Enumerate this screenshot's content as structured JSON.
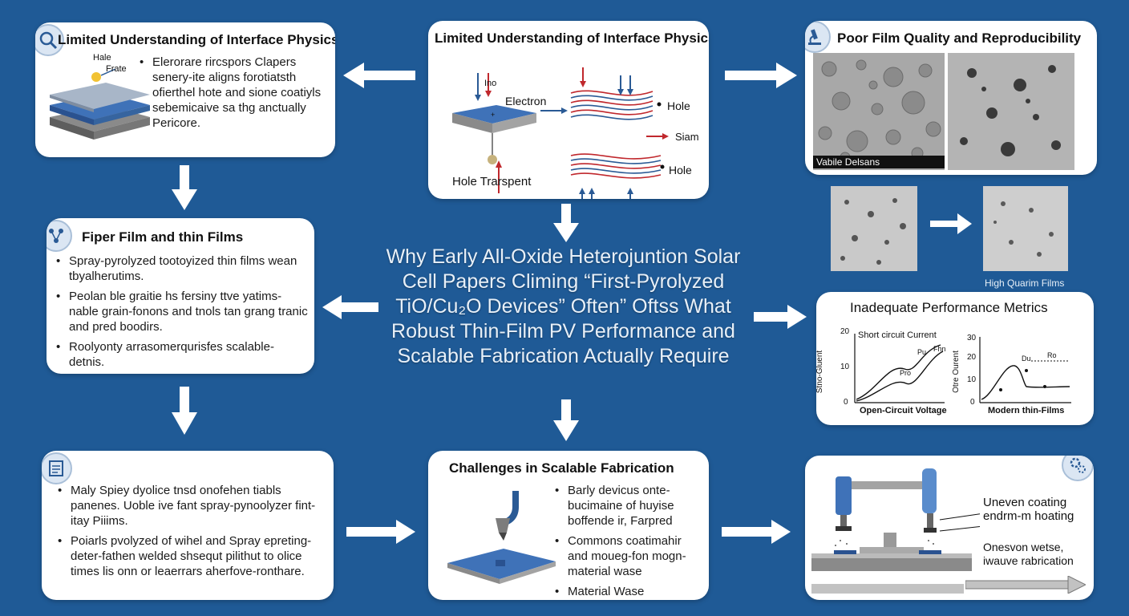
{
  "center_title": "Why Early All-Oxide Heterojuntion Solar Cell Papers Climing “First-Pyrolyzed TiO/Cu₂O Devices” Often” Oftss What Robust Thin-Film PV Performance and Scalable Fabrication Actually Require",
  "card_interface_left": {
    "title": "Limited Understanding of Interface Physics",
    "diagram_labels": [
      "Hale",
      "Frate"
    ],
    "bullet": "Elerorare rircspors Clapers senery-ite aligns forotiatsth ofierthel hote and sione coatiyls sebemicaive sa thg anctually Pericore."
  },
  "card_interface_center": {
    "title": "Limited Understanding of Interface Physics",
    "labels": {
      "top_small": "Ino",
      "electron": "Electron",
      "hole_top": "Hole",
      "siam": "Siam",
      "hole_bottom": "Hole",
      "hole_transport": "Hole Trarspent"
    }
  },
  "card_film_quality": {
    "title": "Poor Film Quality and Reproducibility",
    "caption": "Vabile Delsans"
  },
  "high_quality_caption": "High Quarim Films",
  "card_fiper": {
    "title": "Fiper Film and thin Films",
    "bullets": [
      "Spray-pyrolyzed tootoyized thin films wean tbyalherutims.",
      "Peolan ble graitie hs fersiny ttve yatims-nable grain-fonons and tnols tan grang tranic and pred boodirs.",
      "Roolyonty arrasomerqurisfes scalable-detnis."
    ]
  },
  "card_performance": {
    "title": "Inadequate Performance Metrics",
    "chart_left": {
      "title": "Short circuit Current",
      "ylabel": "Stno-Gluent",
      "xlabel": "Open-Circuit Voltage",
      "ticks": [
        "20",
        "10",
        "0"
      ],
      "labels": [
        "Pu",
        "Fhn",
        "Pro"
      ]
    },
    "chart_right": {
      "ylabel": "Otre Ourent",
      "xlabel": "Modern thin-Films",
      "ticks": [
        "30",
        "20",
        "10",
        "0"
      ],
      "labels": [
        "Du",
        "Ro"
      ]
    }
  },
  "card_spray": {
    "bullets": [
      "Maly Spiey dyolice tnsd onofehen tiabls panenes. Uoble ive fant spray-pynoolyzer fint-itay Piiims.",
      "Poiarls pvolyzed of wihel and Spray epreting-deter-fathen welded shsequt pilithut to olice times lis onn or leaerrars aherfove-ronthare."
    ]
  },
  "card_challenges": {
    "title": "Challenges in Scalable Fabrication",
    "bullets": [
      "Barly devicus onte-bucimaine of huyise boffende ir, Farpred",
      "Commons coatimahir and moueg-fon mogn-material wase",
      "Material Wase"
    ]
  },
  "card_coating": {
    "labels": [
      "Uneven coating endrm-m hoating",
      "Onesvon wetse, iwauve rabrication"
    ]
  },
  "colors": {
    "background": "#1f5a96",
    "card": "#ffffff",
    "arrow": "#ffffff",
    "accent_blue": "#3a6fb5",
    "accent_red": "#c0282d"
  }
}
